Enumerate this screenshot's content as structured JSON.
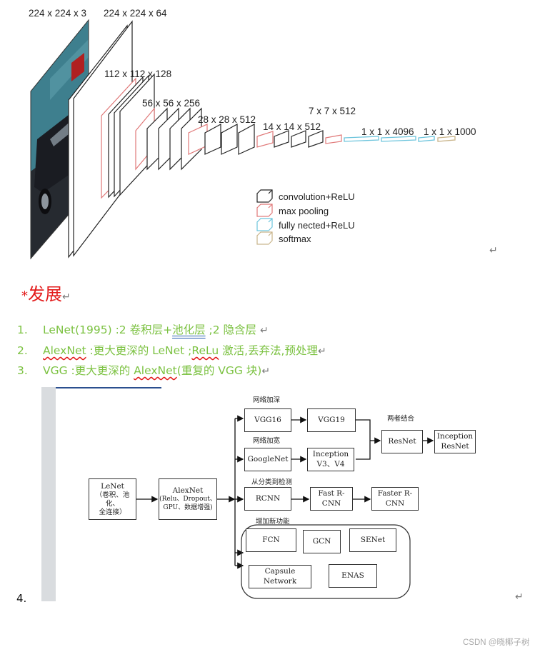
{
  "vgg_figure": {
    "dims": {
      "input": "224 x 224 x 3",
      "conv1": "224 x 224 x 64",
      "conv2": "112 x 112 x 128",
      "conv3": "56 x 56 x 256",
      "conv4": "28 x 28 x 512",
      "conv5": "14 x 14 x 512",
      "pool5": "7 x 7 x 512",
      "fc1": "1 x 1 x 4096",
      "fc2": "1 x 1 x 1000"
    },
    "legend": {
      "conv": "convolution+ReLU",
      "pool": "max pooling",
      "fc": "fully nected+ReLU",
      "softmax": "softmax"
    },
    "colors": {
      "conv": "#222222",
      "pool": "#e58a8a",
      "fc": "#6cc4dc",
      "softmax": "#c9b48a",
      "car_sky": "#2a7b8a"
    }
  },
  "return_mark": "↵",
  "heading": {
    "star": "*",
    "text": "发展"
  },
  "list": {
    "items": [
      {
        "num": "1.",
        "pre": "LeNet(1995) :2 卷积层+",
        "underlined": "池化层",
        "post": " ;2 隐含层 "
      },
      {
        "num": "2.",
        "pre": "",
        "underlined": "AlexNet",
        "mid": " :更大更深的 LeNet ;",
        "underlined2": "ReLu",
        "post": " 激活,丢弃法,预处理"
      },
      {
        "num": "3.",
        "pre": "VGG :更大更深的 ",
        "underlined": "AlexNet",
        "post": "(重复的 VGG 块)"
      }
    ],
    "num4": "4."
  },
  "flow": {
    "lenet": [
      "LeNet",
      "（卷积、池化、",
      "全连接）"
    ],
    "alexnet": [
      "AlexNet",
      "(Relu、Dropout、",
      "GPU、数据增强)"
    ],
    "label_deepen": "网络加深",
    "label_widen": "网络加宽",
    "label_detect": "从分类到检测",
    "label_add": "增加新功能",
    "label_combine": "两者结合",
    "vgg16": "VGG16",
    "vgg19": "VGG19",
    "googlenet": "GoogleNet",
    "inception_v3": [
      "Inception",
      "V3、V4"
    ],
    "resnet": "ResNet",
    "inception_resnet": [
      "Inception",
      "ResNet"
    ],
    "rcnn": "RCNN",
    "fast_rcnn": "Fast R-CNN",
    "faster_rcnn": "Faster R-CNN",
    "fcn": "FCN",
    "gcn": "GCN",
    "senet": "SENet",
    "capsule": "Capsule Network",
    "enas": "ENAS"
  },
  "watermark": "CSDN @晓椰子树"
}
